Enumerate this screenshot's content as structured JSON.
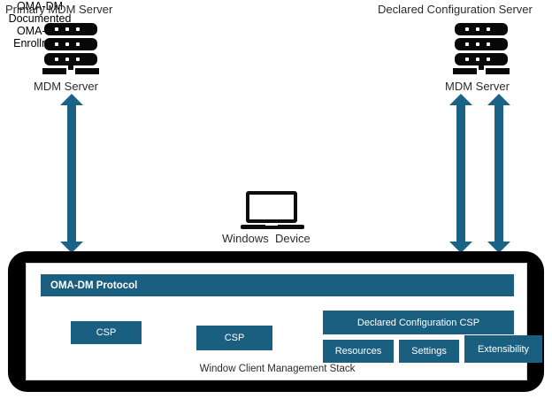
{
  "diagram": {
    "title_primary_server": "Primary MDM Server",
    "title_declared_server": "Declared Configuration Server",
    "caption_mdm_server_left": "MDM Server",
    "caption_mdm_server_right": "MDM Server",
    "caption_windows_device": "Windows  Device",
    "arrow_label_left_line1": "OMA-DM",
    "arrow_label_left_line2": "Documented",
    "arrow_label_right_line1": "OMA-DM",
    "arrow_label_right_line2": "Enrollment"
  },
  "stack": {
    "protocol_bar_label": "OMA-DM Protocol",
    "csp_box_1": "CSP",
    "csp_box_2": "CSP",
    "declared_configuration_csp": "Declared Configuration CSP",
    "resources": "Resources",
    "settings": "Settings",
    "extensibility": "Extensibility",
    "caption": "Window Client Management Stack"
  },
  "colors": {
    "teal": "#1b5f80",
    "arrow_teal": "#1b6386",
    "frame_black": "#000000",
    "text": "#262626"
  }
}
